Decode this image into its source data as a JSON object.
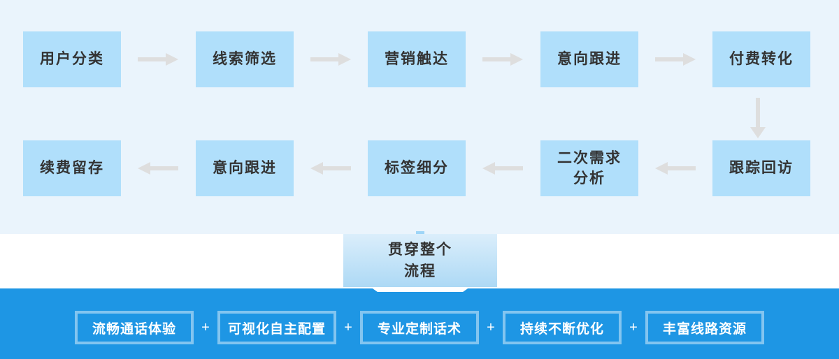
{
  "colors": {
    "top_background": "#EAF4FC",
    "box_fill": "#B0DFFB",
    "box_outline": "#2B97DF",
    "arrow_gray": "#DEDEDE",
    "bottom_bar": "#1E96E4",
    "text_dark": "#333333",
    "text_light": "#FFFFFF"
  },
  "flow": {
    "row1": [
      "用户分类",
      "线索筛选",
      "营销触达",
      "意向跟进",
      "付费转化"
    ],
    "row2": [
      "续费留存",
      "意向跟进",
      "标签细分",
      "二次需求\n分析",
      "跟踪回访"
    ]
  },
  "connector": {
    "label": "贯穿整个\n流程"
  },
  "features": {
    "separator": "+",
    "items": [
      "流畅通话体验",
      "可视化自主配置",
      "专业定制话术",
      "持续不断优化",
      "丰富线路资源"
    ]
  }
}
